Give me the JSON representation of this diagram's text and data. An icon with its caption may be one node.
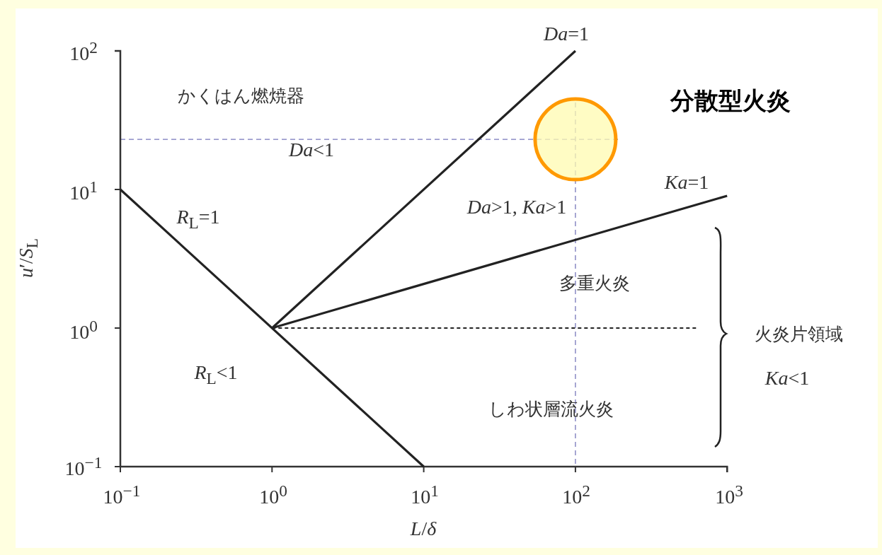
{
  "diagram": {
    "labels": [
      "10$^{2}$",
      "*Da*=1",
      "かくはん燃焼器",
      "分散型火炎",
      "*Da*<1",
      "10$^{1}$",
      "*Ka*=1",
      "*R*$_{L}$=1",
      "*Da*>1,  *Ka*>1",
      "*u*′/*S*$_{L}$",
      "多重火炎",
      "10$^{0}$",
      "火炎片領域",
      "*R*$_{L}$<1",
      "*Ka*<1",
      "しわ状層流火炎",
      "10$^{−1}$",
      "10$^{−1}$",
      "10$^{0}$",
      "10$^{1}$",
      "10$^{2}$",
      "10$^{3}$",
      "*L*/*δ*"
    ]
  }
}
